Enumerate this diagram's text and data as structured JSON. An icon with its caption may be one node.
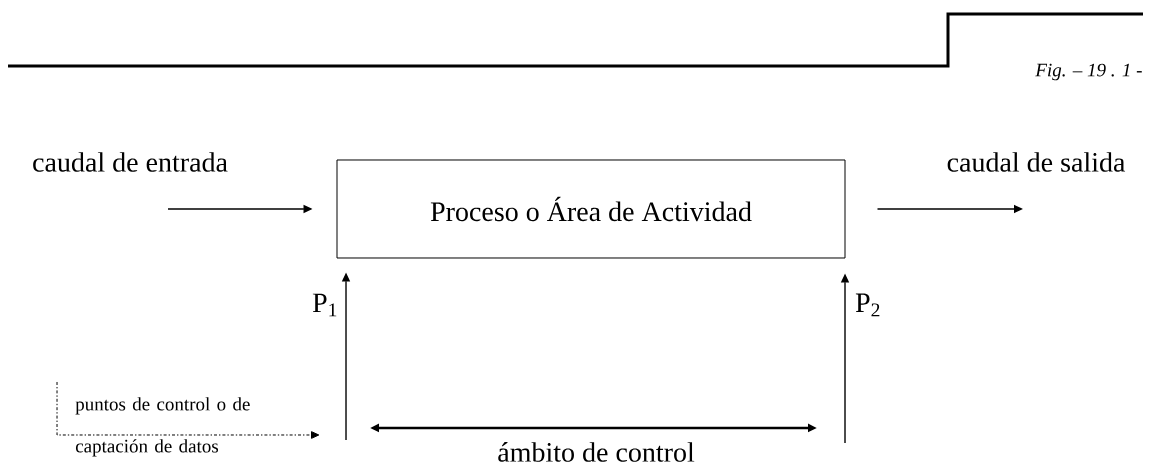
{
  "diagram": {
    "nodes": [
      {
        "text": [
          "Proceso o Área de Actividad"
        ]
      },
      {
        "text": [
          "puntos de control o de captación de datos"
        ]
      }
    ],
    "edges": [
      {
        "from": null,
        "to": 0,
        "arrow": "to",
        "label": "caudal de entrada"
      },
      {
        "from": 0,
        "to": null,
        "arrow": "to",
        "label": "caudal de salida"
      },
      {
        "from": null,
        "to": 0,
        "arrow": "to",
        "label": "P$_{1}$"
      },
      {
        "from": null,
        "to": 0,
        "arrow": "to",
        "label": "P$_{2}$"
      },
      {
        "from": 1,
        "to": null,
        "arrow": "to",
        "style": "dashed"
      }
    ],
    "labels": [
      "Fig. – 19 . 1 -",
      "ámbito de control"
    ]
  }
}
